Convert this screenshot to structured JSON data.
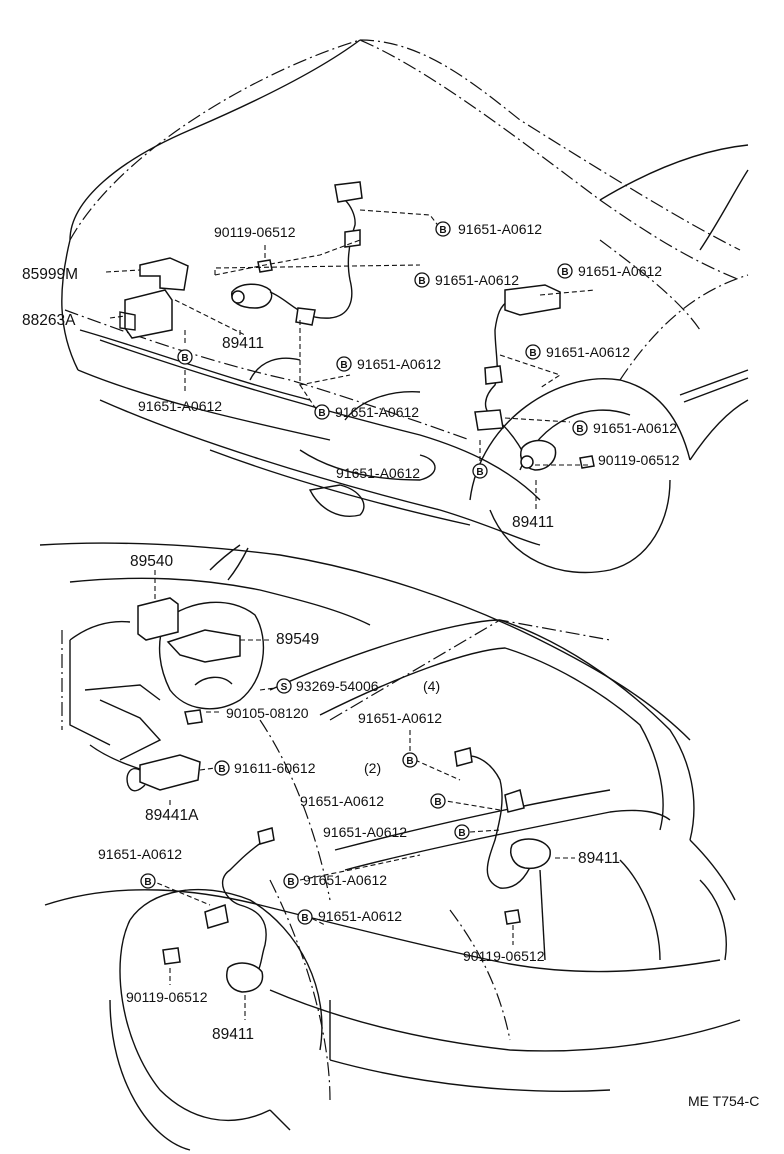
{
  "badges": {
    "bolt": "B",
    "screw": "S"
  },
  "front": {
    "labels": {
      "bracket_mark": "85999M",
      "relay_mark": "88263A",
      "bolt_upper": "90119-06512",
      "sensor_left": "89411",
      "clamp_left_lower": "91651-A0612",
      "clamp_top": "91651-A0612",
      "clamp_mid_a": "91651-A0612",
      "clamp_mid_b": "91651-A0612",
      "clamp_right_a": "91651-A0612",
      "clamp_center_a": "91651-A0612",
      "clamp_center_b": "91651-A0612",
      "clamp_right_b": "91651-A0612",
      "clamp_bottom": "91651-A0612",
      "bolt_right": "90119-06512",
      "sensor_right": "89411"
    }
  },
  "rear": {
    "labels": {
      "ecu": "89540",
      "ecu_bracket": "89549",
      "screw": "93269-54006",
      "screw_qty": "(4)",
      "bolt_ecu": "90105-08120",
      "decel_bolt": "91611-60612",
      "decel_bolt_qty": "(2)",
      "decel_sensor": "89441A",
      "clamp_r1": "91651-A0612",
      "clamp_r2": "91651-A0612",
      "clamp_r3": "91651-A0612",
      "sensor_rear_right": "89411",
      "clamp_l1": "91651-A0612",
      "clamp_l2": "91651-A0612",
      "clamp_l3": "91651-A0612",
      "bolt_rear_right": "90119-06512",
      "bolt_rear_left": "90119-06512",
      "sensor_rear_left": "89411"
    }
  },
  "footer": {
    "code": "ME T754-C"
  }
}
